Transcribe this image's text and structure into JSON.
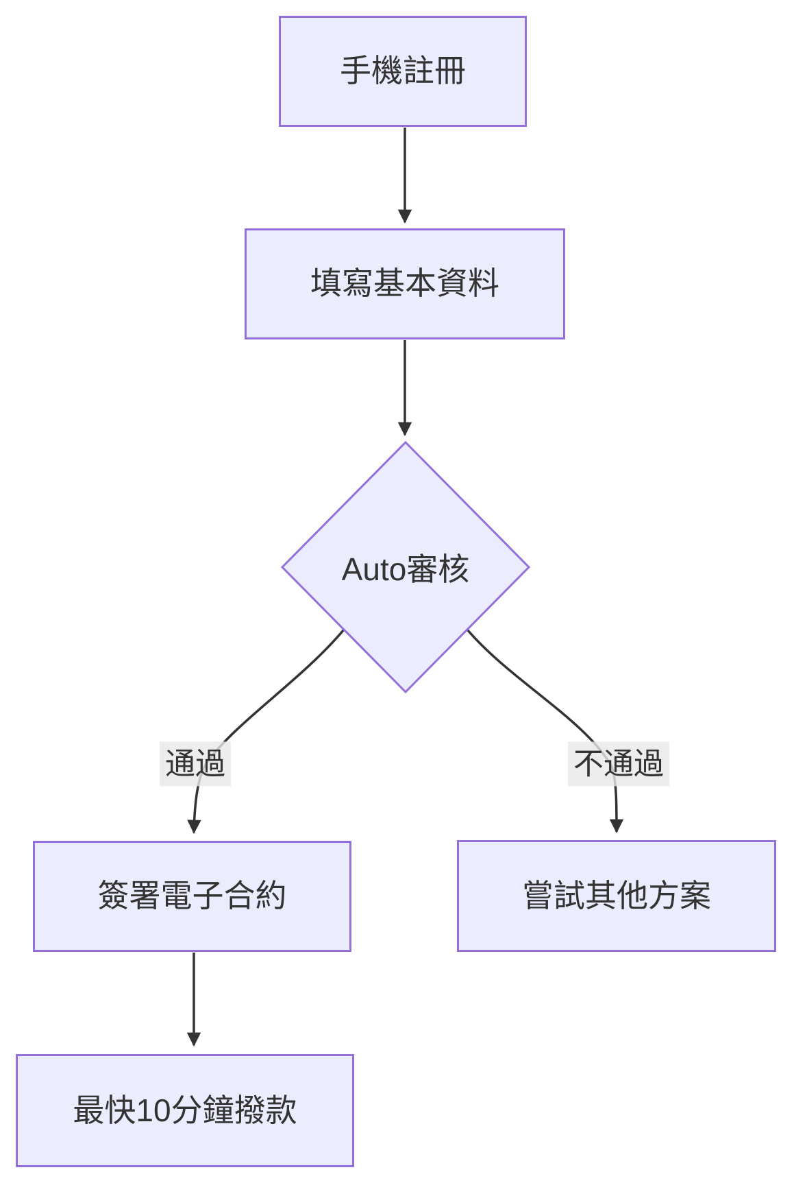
{
  "diagram": {
    "type": "flowchart",
    "direction": "top-to-bottom",
    "nodes": [
      {
        "id": "register",
        "label": "手機註冊",
        "shape": "rect"
      },
      {
        "id": "fill-info",
        "label": "填寫基本資料",
        "shape": "rect"
      },
      {
        "id": "auto-review",
        "label": "Auto審核",
        "shape": "diamond"
      },
      {
        "id": "sign-contract",
        "label": "簽署電子合約",
        "shape": "rect"
      },
      {
        "id": "try-other",
        "label": "嘗試其他方案",
        "shape": "rect"
      },
      {
        "id": "fast-funding",
        "label": "最快10分鐘撥款",
        "shape": "rect"
      }
    ],
    "edges": [
      {
        "from": "register",
        "to": "fill-info",
        "label": ""
      },
      {
        "from": "fill-info",
        "to": "auto-review",
        "label": ""
      },
      {
        "from": "auto-review",
        "to": "sign-contract",
        "label": "通過"
      },
      {
        "from": "auto-review",
        "to": "try-other",
        "label": "不通過"
      },
      {
        "from": "sign-contract",
        "to": "fast-funding",
        "label": ""
      }
    ],
    "colors": {
      "node_fill": "#ECECFF",
      "node_border": "#9370DB",
      "text": "#333333",
      "edge": "#333333",
      "edge_label_bg": "rgba(232,232,232,0.8)",
      "background": "#ffffff"
    }
  }
}
